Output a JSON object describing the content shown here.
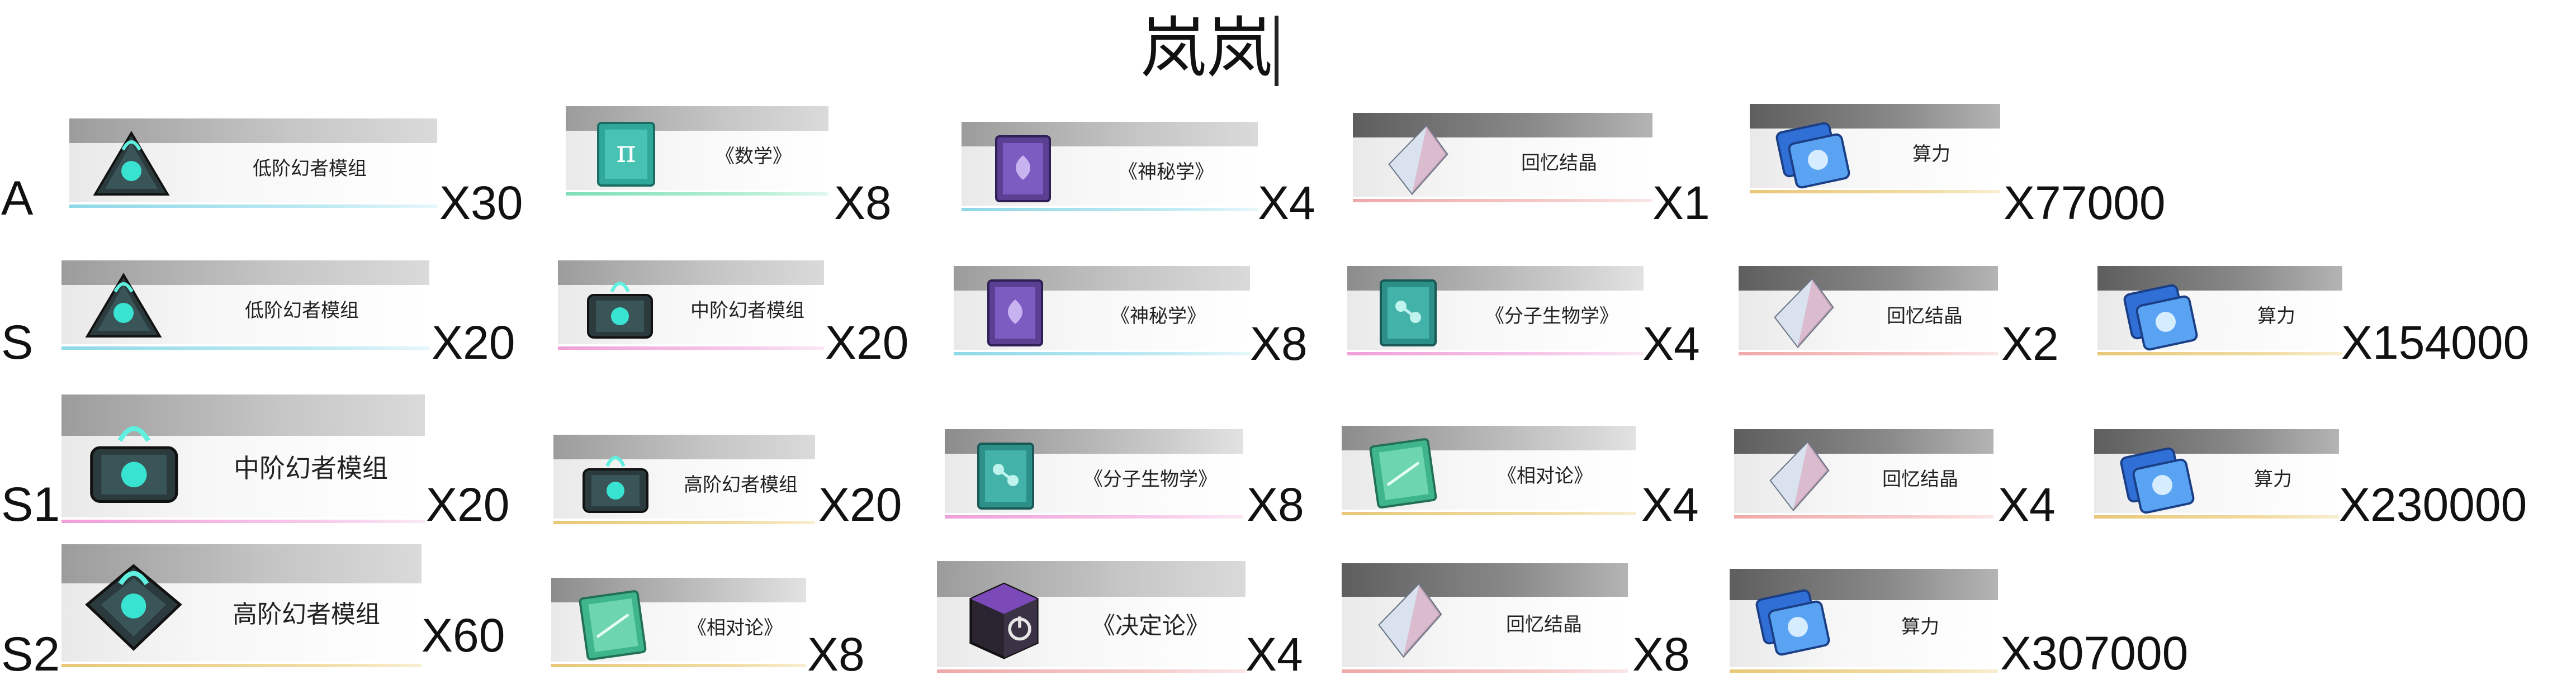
{
  "title": "岚岚",
  "tiers": [
    {
      "rank": "A",
      "items": [
        {
          "name": "低阶幻者模组",
          "icon": "module-icon",
          "qty": "X30"
        },
        {
          "name": "《数学》",
          "icon": "math-book-icon",
          "qty": "X8"
        },
        {
          "name": "《神秘学》",
          "icon": "occult-book-icon",
          "qty": "X4"
        },
        {
          "name": "回忆结晶",
          "icon": "memory-crystal-icon",
          "qty": "X1"
        },
        {
          "name": "算力",
          "icon": "computing-power-icon",
          "qty": "X77000"
        }
      ]
    },
    {
      "rank": "S",
      "items": [
        {
          "name": "低阶幻者模组",
          "icon": "module-icon",
          "qty": "X20"
        },
        {
          "name": "中阶幻者模组",
          "icon": "module-icon",
          "qty": "X20"
        },
        {
          "name": "《神秘学》",
          "icon": "occult-book-icon",
          "qty": "X8"
        },
        {
          "name": "《分子生物学》",
          "icon": "biology-book-icon",
          "qty": "X4"
        },
        {
          "name": "回忆结晶",
          "icon": "memory-crystal-icon",
          "qty": "X2"
        },
        {
          "name": "算力",
          "icon": "computing-power-icon",
          "qty": "X154000"
        }
      ]
    },
    {
      "rank": "S1",
      "items": [
        {
          "name": "中阶幻者模组",
          "icon": "module-icon",
          "qty": "X20"
        },
        {
          "name": "高阶幻者模组",
          "icon": "module-icon",
          "qty": "X20"
        },
        {
          "name": "《分子生物学》",
          "icon": "biology-book-icon",
          "qty": "X8"
        },
        {
          "name": "《相对论》",
          "icon": "relativity-book-icon",
          "qty": "X4"
        },
        {
          "name": "回忆结晶",
          "icon": "memory-crystal-icon",
          "qty": "X4"
        },
        {
          "name": "算力",
          "icon": "computing-power-icon",
          "qty": "X230000"
        }
      ]
    },
    {
      "rank": "S2",
      "items": [
        {
          "name": "高阶幻者模组",
          "icon": "module-icon",
          "qty": "X60"
        },
        {
          "name": "《相对论》",
          "icon": "relativity-book-icon",
          "qty": "X8"
        },
        {
          "name": "《决定论》",
          "icon": "determinism-cube-icon",
          "qty": "X4"
        },
        {
          "name": "回忆结晶",
          "icon": "memory-crystal-icon",
          "qty": "X8"
        },
        {
          "name": "算力",
          "icon": "computing-power-icon",
          "qty": "X307000"
        }
      ]
    }
  ]
}
